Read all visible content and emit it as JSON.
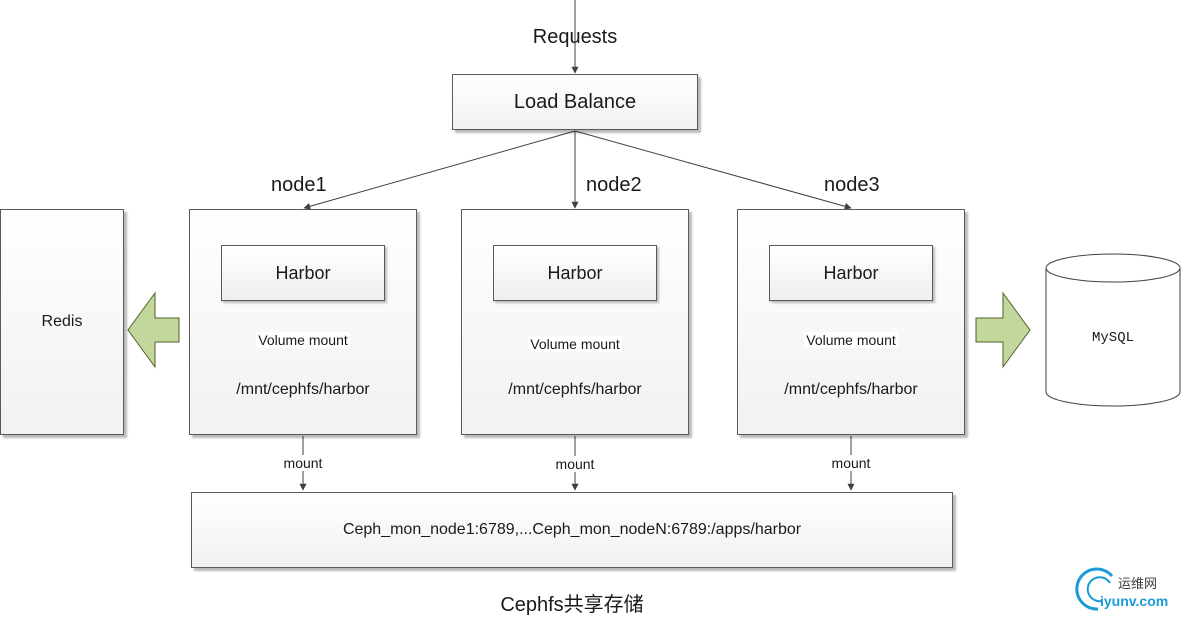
{
  "requests_label": "Requests",
  "load_balance_label": "Load Balance",
  "nodes": [
    {
      "name": "node1",
      "app": "Harbor",
      "volume_label": "Volume mount",
      "path": "/mnt/cephfs/harbor",
      "mount_label": "mount"
    },
    {
      "name": "node2",
      "app": "Harbor",
      "volume_label": "Volume mount",
      "path": "/mnt/cephfs/harbor",
      "mount_label": "mount"
    },
    {
      "name": "node3",
      "app": "Harbor",
      "volume_label": "Volume mount",
      "path": "/mnt/cephfs/harbor",
      "mount_label": "mount"
    }
  ],
  "redis_label": "Redis",
  "mysql_label": "MySQL",
  "ceph_label": "Ceph_mon_node1:6789,...Ceph_mon_nodeN:6789:/apps/harbor",
  "caption": "Cephfs共享存储",
  "watermark": {
    "cn": "运维网",
    "url": "iyunv.com"
  },
  "colors": {
    "arrow_fill": "#c3d69b",
    "arrow_stroke": "#4f6228",
    "line": "#404040",
    "watermark_blue": "#1a9bd7"
  }
}
